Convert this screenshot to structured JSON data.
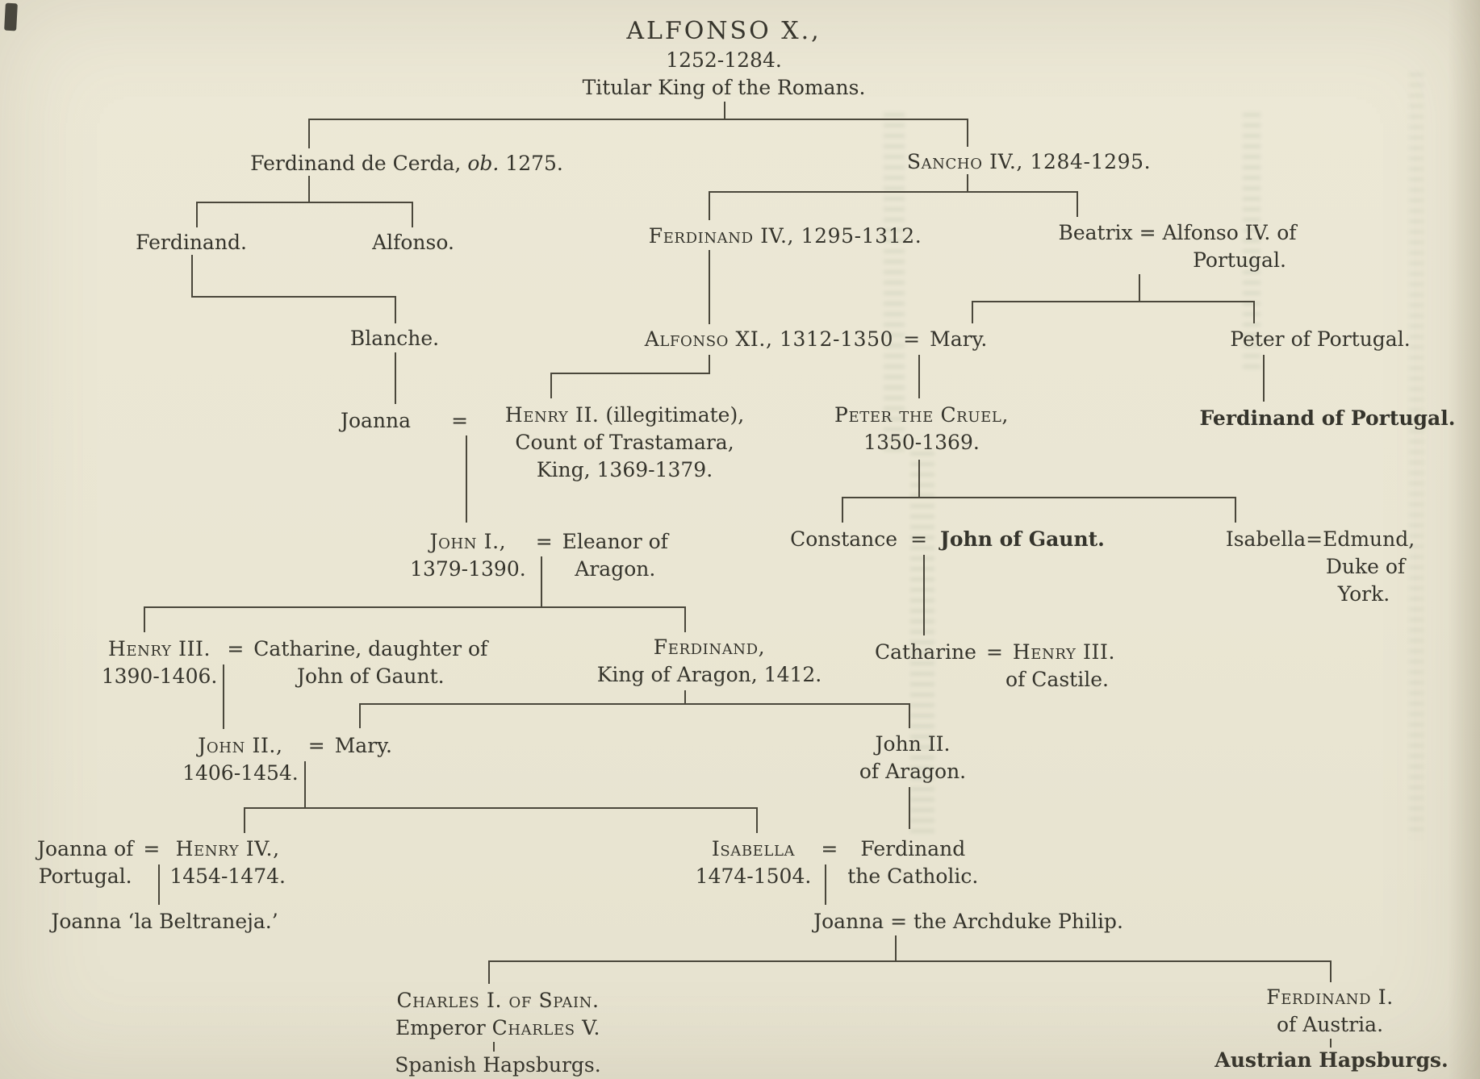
{
  "page": {
    "background": "#eae6d4",
    "ink": "#35342c",
    "line_color": "#4a473b"
  },
  "nodes": {
    "alfonso_x": {
      "line1": "ALFONSO X.,",
      "line2": "1252-1284.",
      "line3": "Titular King of the Romans."
    },
    "ferdinand_cerda": {
      "pre": "Ferdinand de Cerda, ",
      "ob": "ob.",
      "post": " 1275."
    },
    "ferdinand_child": {
      "label": "Ferdinand."
    },
    "alfonso_child": {
      "label": "Alfonso."
    },
    "blanche": {
      "label": "Blanche."
    },
    "joanna": {
      "label": "Joanna",
      "eq": "="
    },
    "henry_ii": {
      "name": "Henry II.",
      "suffix": " (illegitimate),",
      "line2": "Count of Trastamara,",
      "line3": "King, 1369-1379."
    },
    "sancho_iv": {
      "label": "Sancho IV., 1284-1295."
    },
    "ferdinand_iv": {
      "label": "Ferdinand IV., 1295-1312."
    },
    "beatrix": {
      "line1": "Beatrix = Alfonso IV. of",
      "line2": "Portugal."
    },
    "alfonso_xi": {
      "name": "Alfonso XI., 1312-1350",
      "eq": "=",
      "spouse": "Mary."
    },
    "peter_portugal": {
      "label": "Peter of Portugal."
    },
    "ferdinand_portugal": {
      "label": "Ferdinand of Portugal."
    },
    "peter_cruel": {
      "line1": "Peter the Cruel,",
      "line2": "1350-1369."
    },
    "constance": {
      "name": "Constance",
      "eq": "=",
      "spouse": "John of Gaunt."
    },
    "isabella_edmund": {
      "line1": "Isabella=Edmund,",
      "line2": "Duke of",
      "line3": "York."
    },
    "catharine_castile": {
      "name": "Catharine",
      "eq": "=",
      "spouse": "Henry III.",
      "line2": "of Castile."
    },
    "john_i": {
      "name": "John I.,",
      "dates": "1379-1390.",
      "eq": "=",
      "spouse": "Eleanor of",
      "spouse2": "Aragon."
    },
    "henry_iii": {
      "name": "Henry III.",
      "dates": "1390-1406.",
      "eq": "=",
      "spouse": "Catharine, daughter of",
      "spouse2": "John of Gaunt."
    },
    "ferdinand_aragon": {
      "line1": "Ferdinand,",
      "line2": "King of Aragon, 1412."
    },
    "john_ii": {
      "name": "John II.,",
      "dates": "1406-1454.",
      "eq": "=",
      "spouse": "Mary."
    },
    "john_ii_aragon": {
      "line1": "John II.",
      "line2": "of Aragon."
    },
    "henry_iv": {
      "name": "Joanna of",
      "name2": "Portugal.",
      "eq": "=",
      "spouse": "Henry IV.,",
      "spouse2": "1454-1474."
    },
    "isabella": {
      "name": "Isabella",
      "dates": "1474-1504.",
      "eq": "=",
      "spouse": "Ferdinand",
      "spouse2": "the Catholic."
    },
    "beltraneja": {
      "label": "Joanna ‘la Beltraneja.’"
    },
    "joanna_philip": {
      "label": "Joanna = the Archduke Philip."
    },
    "charles": {
      "line1": "Charles I. of Spain.",
      "line2_pre": "Emperor ",
      "line2_name": "Charles V."
    },
    "spanish_hapsburgs": {
      "label": "Spanish Hapsburgs."
    },
    "ferdinand_i": {
      "line1": "Ferdinand I.",
      "line2": "of Austria."
    },
    "austrian_hapsburgs": {
      "label": "Austrian Hapsburgs."
    }
  }
}
